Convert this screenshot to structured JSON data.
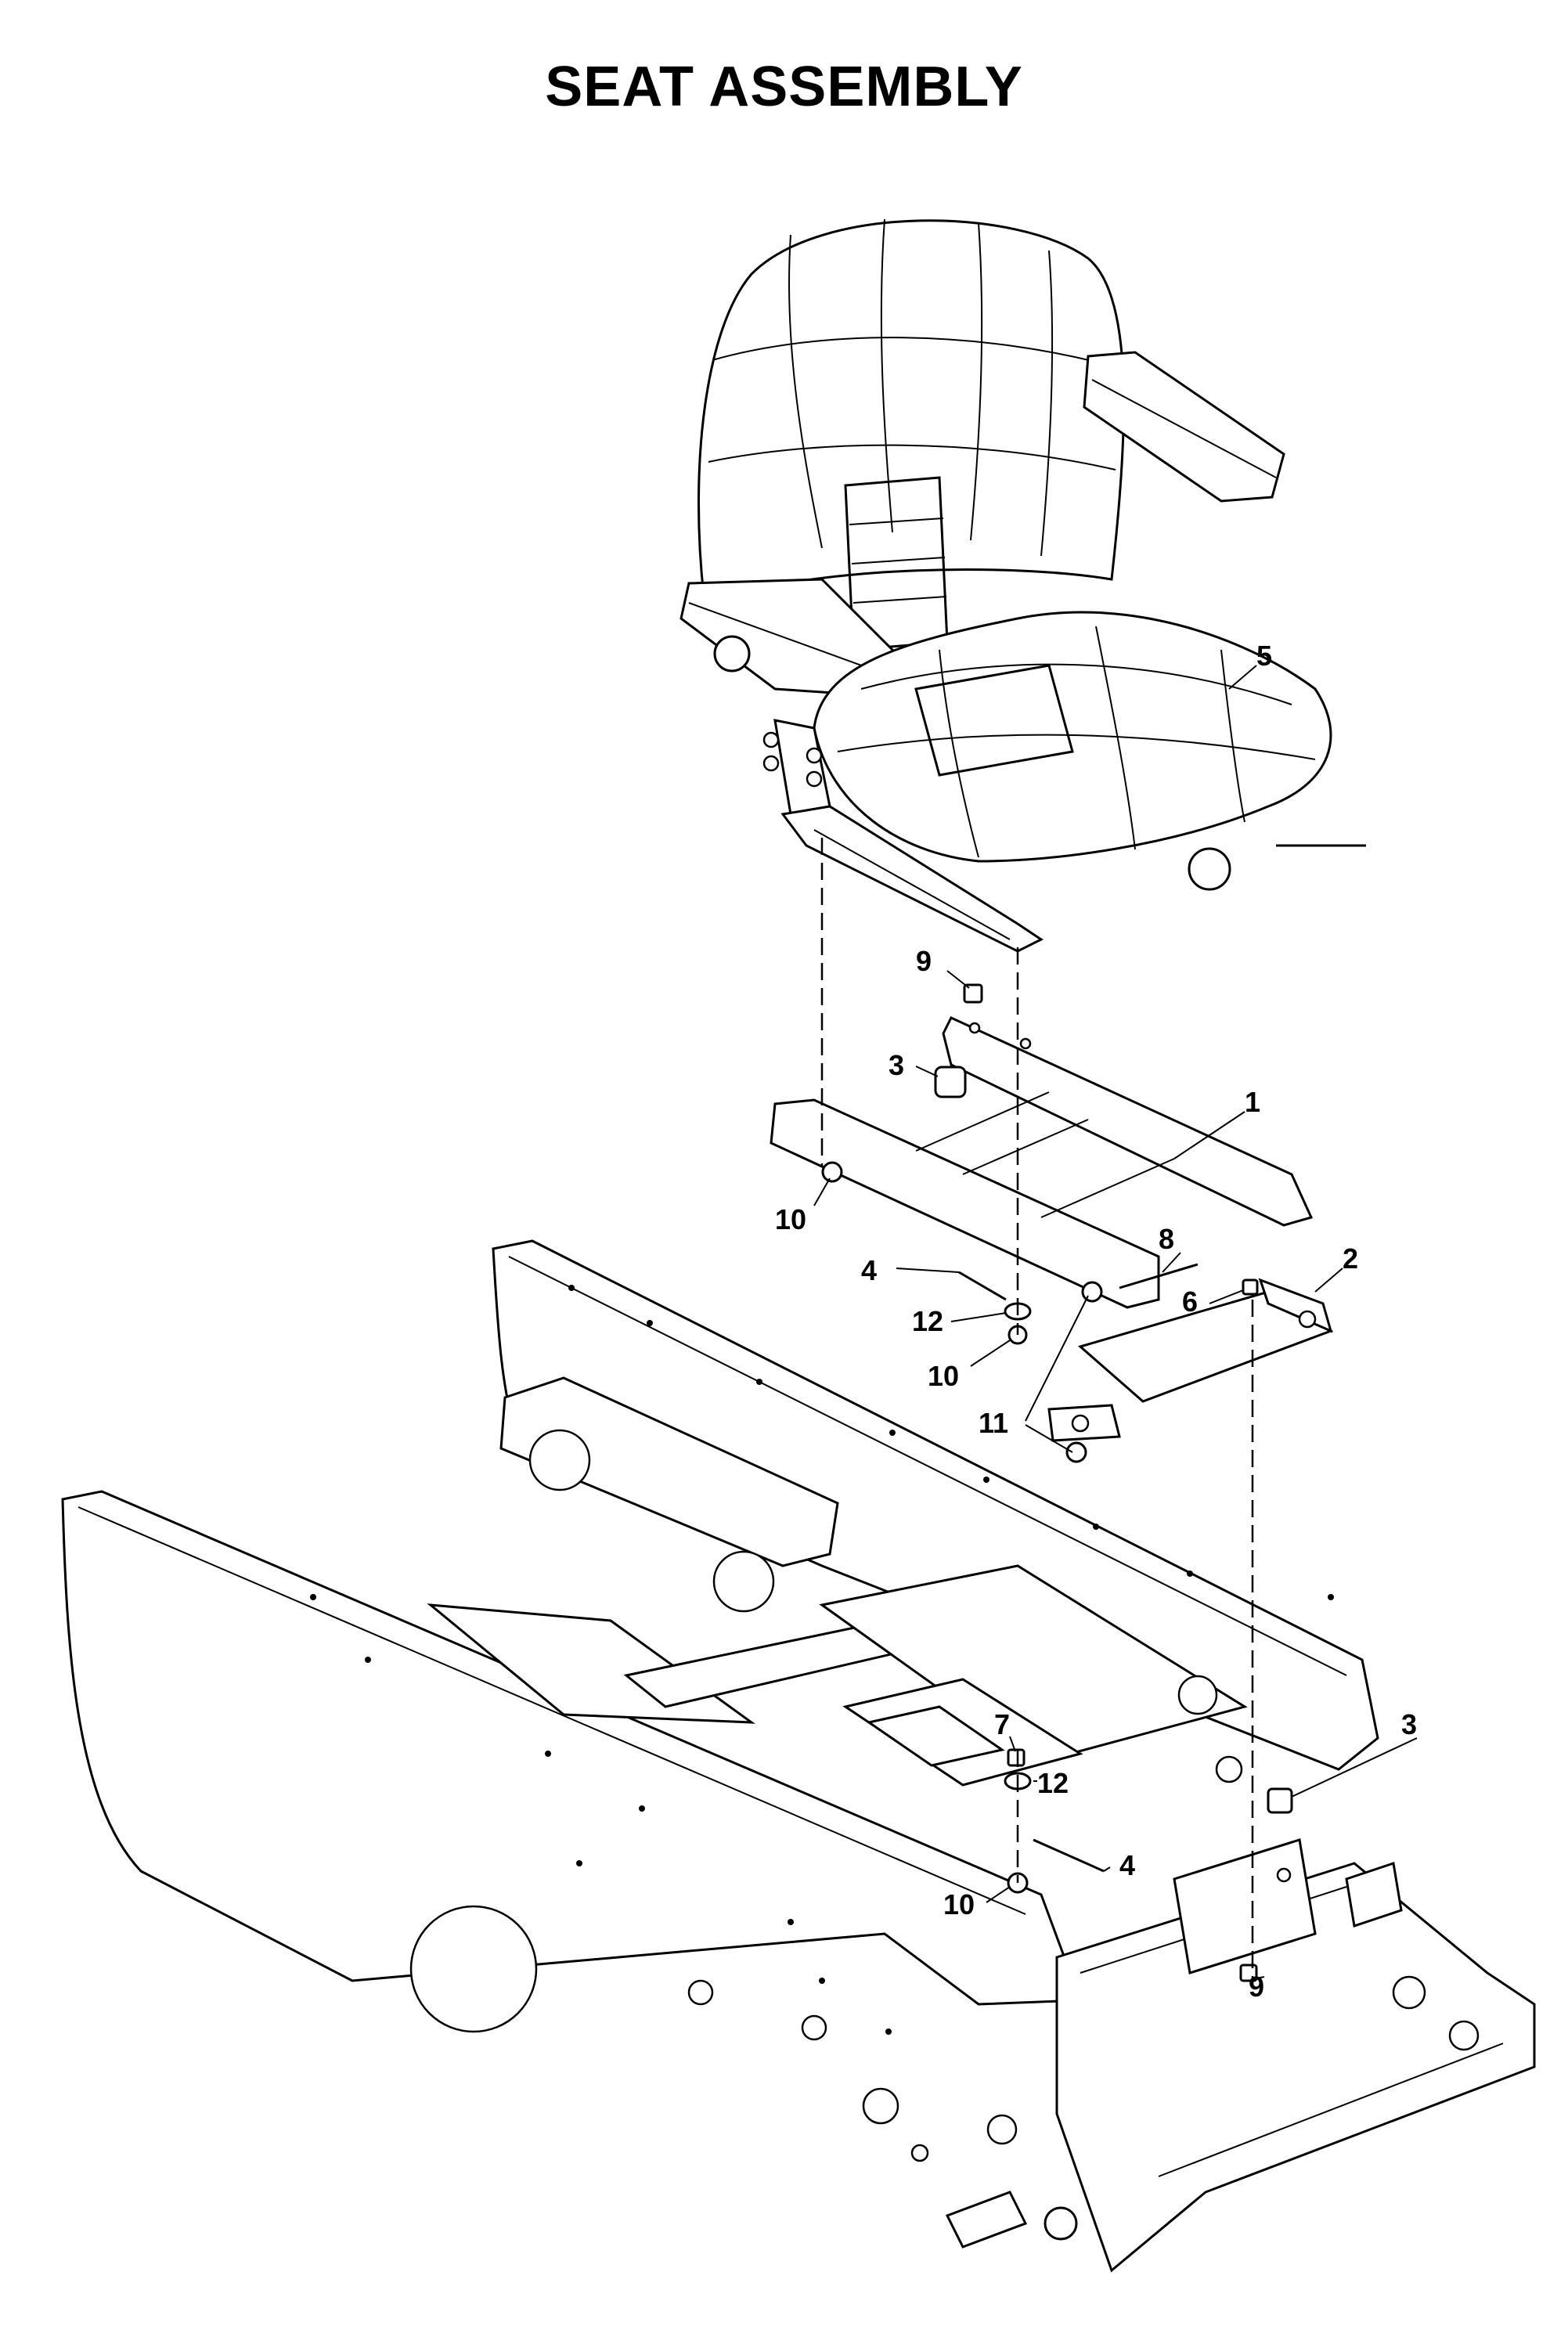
{
  "title": "SEAT ASSEMBLY",
  "callouts": {
    "c1": "1",
    "c2": "2",
    "c3a": "3",
    "c3b": "3",
    "c4a": "4",
    "c4b": "4",
    "c5": "5",
    "c6": "6",
    "c7": "7",
    "c8": "8",
    "c9a": "9",
    "c9b": "9",
    "c10a": "10",
    "c10b": "10",
    "c10c": "10",
    "c11": "11",
    "c12a": "12",
    "c12b": "12"
  }
}
